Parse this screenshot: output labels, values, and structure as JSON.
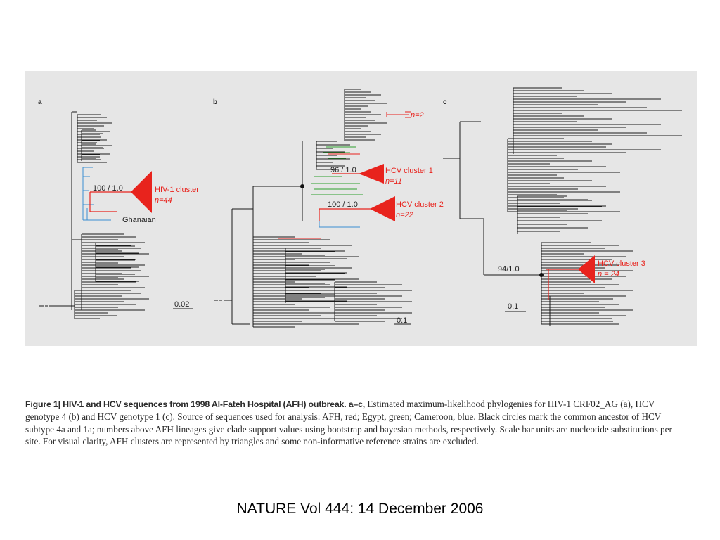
{
  "figure": {
    "panel_a": {
      "label": "a",
      "support_label": "100 / 1.0",
      "cluster_name": "HIV-1 cluster",
      "cluster_n": "n=44",
      "outgroup_label": "Ghanaian",
      "scale_label": "0.02"
    },
    "panel_b": {
      "label": "b",
      "small_cluster_n": "n=2",
      "cluster1_support": "96 / 1.0",
      "cluster1_name": "HCV cluster 1",
      "cluster1_n": "n=11",
      "cluster2_support": "100 / 1.0",
      "cluster2_name": "HCV cluster 2",
      "cluster2_n": "n=22",
      "scale_label": "0.1"
    },
    "panel_c": {
      "label": "c",
      "support_label": "94/1.0",
      "cluster_name": "HCV cluster 3",
      "cluster_n": "n = 24",
      "scale_label": "0.1"
    },
    "colors": {
      "afh": "#e8231d",
      "egypt": "#2ea02e",
      "cameroon": "#3a8fd1",
      "branch": "#1a1a1a",
      "panel_bg": "#e6e6e6"
    }
  },
  "caption": {
    "lead": "Figure 1| HIV-1 and HCV sequences from 1998 Al-Fateh Hospital (AFH) outbreak.  a–c,",
    "body": " Estimated maximum-likelihood phylogenies for HIV-1 CRF02_AG (a), HCV genotype 4 (b) and HCV genotype 1 (c). Source of sequences used for analysis: AFH, red; Egypt, green; Cameroon, blue. Black circles mark the common ancestor of HCV subtype 4a and 1a; numbers above AFH lineages give clade support values using bootstrap and bayesian methods, respectively. Scale bar units are nucleotide substitutions per site. For visual clarity, AFH clusters are represented by triangles and some non-informative reference strains are excluded."
  },
  "footer": {
    "citation": "NATURE Vol 444: 14 December 2006"
  }
}
